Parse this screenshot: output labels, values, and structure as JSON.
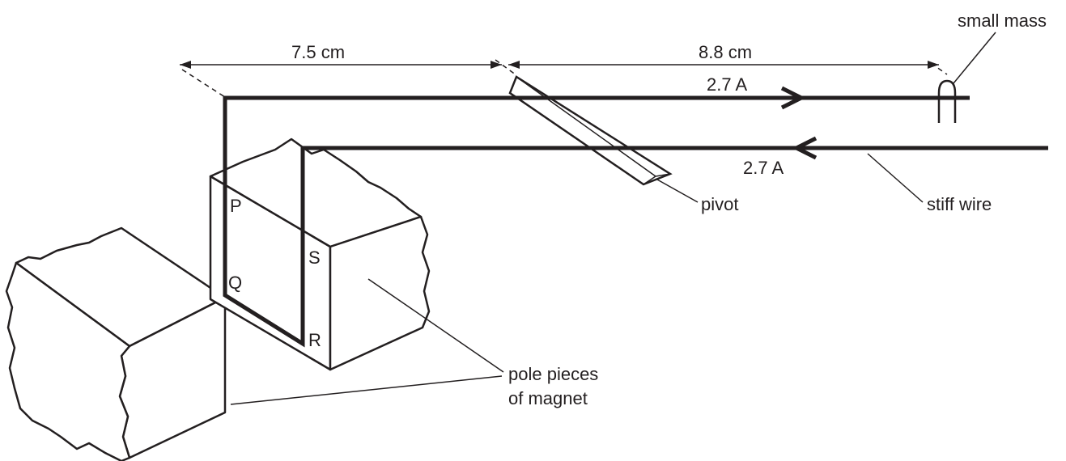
{
  "labels": {
    "dim_left": "7.5 cm",
    "dim_right": "8.8 cm",
    "current_top": "2.7 A",
    "current_bottom": "2.7 A",
    "small_mass": "small mass",
    "pivot": "pivot",
    "stiff_wire": "stiff wire",
    "pole_pieces_line1": "pole pieces",
    "pole_pieces_line2": "of magnet",
    "point_p": "P",
    "point_q": "Q",
    "point_r": "R",
    "point_s": "S"
  },
  "colors": {
    "ink": "#231f20",
    "background": "#ffffff"
  }
}
